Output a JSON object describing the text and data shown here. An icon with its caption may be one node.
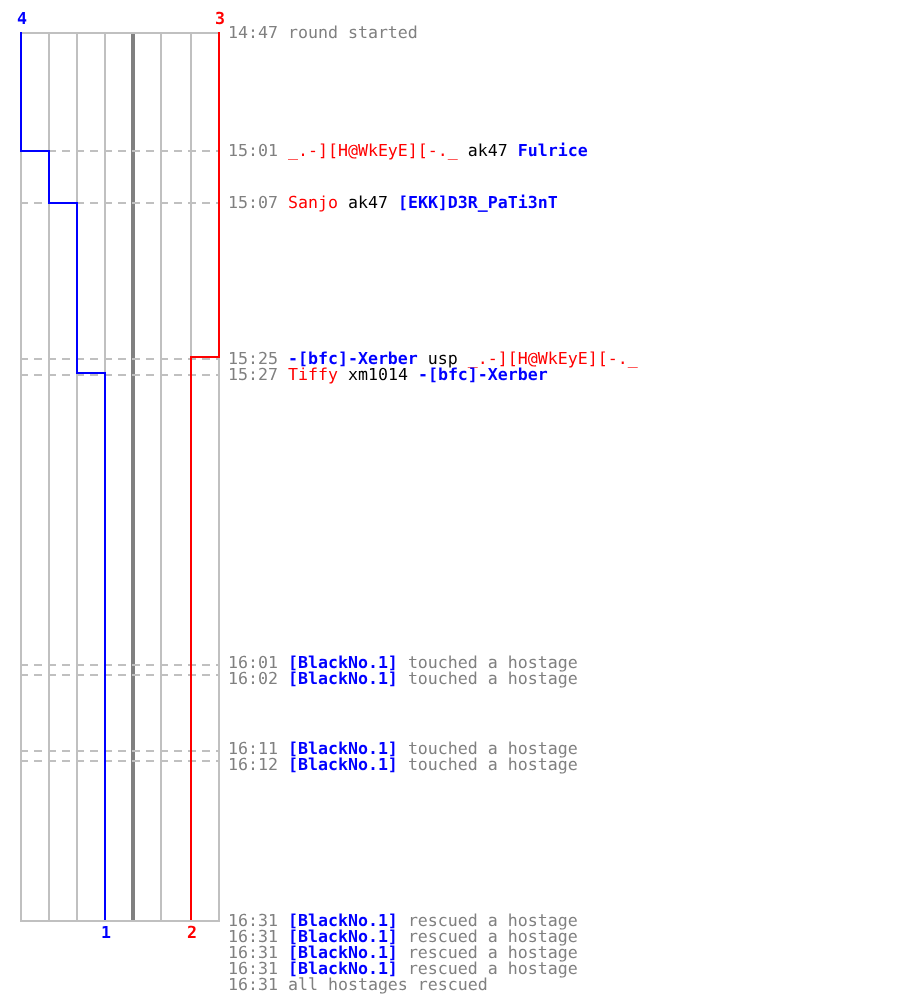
{
  "diagram": {
    "labels": [
      "4",
      "3",
      "14:47",
      "round started",
      "15:01",
      "_.-][H@WkEyE][-._",
      "ak47",
      "Fulrice",
      "15:07",
      "Sanjo",
      "ak47",
      "[EKK]D3R_PaTi3nT",
      "15:25",
      "-[bfc]-Xerber",
      "usp",
      "_.-][H@WkEyE][-._",
      "15:27",
      "Tiffy",
      "xm1014",
      "-[bfc]-Xerber",
      "16:01",
      "[BlackNo.1]",
      "touched a hostage",
      "16:02",
      "[BlackNo.1]",
      "touched a hostage",
      "16:11",
      "[BlackNo.1]",
      "touched a hostage",
      "16:12",
      "[BlackNo.1]",
      "touched a hostage",
      "1",
      "2",
      "16:31",
      "[BlackNo.1]",
      "rescued a hostage",
      "16:31",
      "[BlackNo.1]",
      "rescued a hostage",
      "16:31",
      "[BlackNo.1]",
      "rescued a hostage",
      "16:31",
      "[BlackNo.1]",
      "rescued a hostage",
      "16:31",
      "all hostages rescued"
    ]
  }
}
